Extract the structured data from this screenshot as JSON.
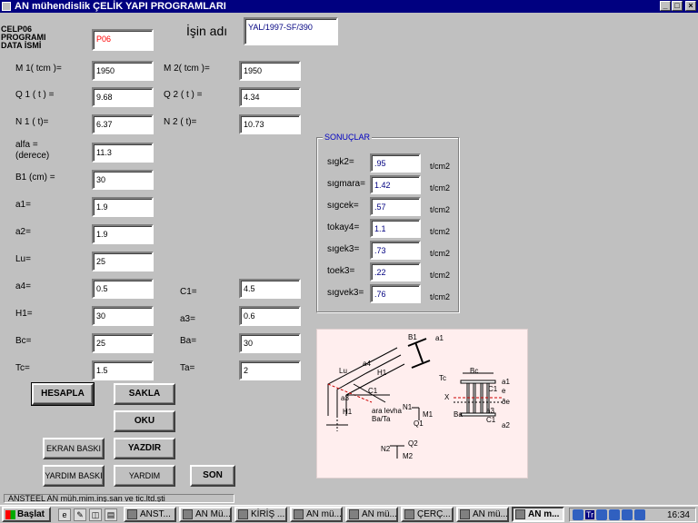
{
  "window": {
    "title": "AN mühendislik  ÇELİK YAPI PROGRAMLARI",
    "min": "_",
    "max": "□",
    "close": "×"
  },
  "header": {
    "program_label": [
      "CELP06",
      "PROGRAMI",
      "DATA  İSMİ"
    ],
    "data_name": "P06",
    "job_label": "İşin adı",
    "job_value": "YAL/1997-SF/390"
  },
  "inputs": {
    "M1": {
      "label": "M 1( tcm )=",
      "value": "1950"
    },
    "Q1": {
      "label": "Q 1 ( t ) =",
      "value": "9.68"
    },
    "N1": {
      "label": "N 1 ( t)=",
      "value": "6.37"
    },
    "alfa": {
      "label1": "alfa =",
      "label2": "(derece)",
      "value": "11.3"
    },
    "B1": {
      "label": "B1 (cm) =",
      "value": "30"
    },
    "a1": {
      "label": "a1=",
      "value": "1.9"
    },
    "a2": {
      "label": "a2=",
      "value": "1.9"
    },
    "Lu": {
      "label": "Lu=",
      "value": "25"
    },
    "a4": {
      "label": "a4=",
      "value": "0.5"
    },
    "H1": {
      "label": "H1=",
      "value": "30"
    },
    "Bc": {
      "label": "Bc=",
      "value": "25"
    },
    "Tc": {
      "label": "Tc=",
      "value": "1.5"
    },
    "M2": {
      "label": "M 2( tcm )=",
      "value": "1950"
    },
    "Q2": {
      "label": "Q 2 ( t ) =",
      "value": "4.34"
    },
    "N2": {
      "label": "N 2 ( t)=",
      "value": "10.73"
    },
    "C1": {
      "label": "C1=",
      "value": "4.5"
    },
    "a3": {
      "label": "a3=",
      "value": "0.6"
    },
    "Ba": {
      "label": "Ba=",
      "value": "30"
    },
    "Ta": {
      "label": "Ta=",
      "value": "2"
    }
  },
  "results": {
    "title": "SONUÇLAR",
    "unit": "t/cm2",
    "items": [
      {
        "label": "sıgk2=",
        "value": ".95"
      },
      {
        "label": "sıgmara=",
        "value": "1.42"
      },
      {
        "label": "sıgcek=",
        "value": ".57"
      },
      {
        "label": "tokay4=",
        "value": "1.1"
      },
      {
        "label": "sıgek3=",
        "value": ".73"
      },
      {
        "label": "toek3=",
        "value": ".22"
      },
      {
        "label": "sıgvek3=",
        "value": ".76"
      }
    ]
  },
  "buttons": {
    "hesapla": "HESAPLA",
    "sakla": "SAKLA",
    "oku": "OKU",
    "ekran_baski": "EKRAN BASKI",
    "yazdir": "YAZDIR",
    "yardim_baski": "YARDIM BASKI",
    "yardim": "YARDIM",
    "son": "SON"
  },
  "diagram": {
    "labels": {
      "B1": "B1",
      "a1": "a1",
      "a4": "a4",
      "Lu": "Lu",
      "H1": "H1",
      "C1": "C1",
      "a3": "a3",
      "ara_levha": "ara levha",
      "ba_ta": "Ba/Ta",
      "N1": "N1",
      "M1": "M1",
      "Q1": "Q1",
      "N2": "N2",
      "Q2": "Q2",
      "M2": "M2",
      "H1b": "H1",
      "Bc": "Bc",
      "Tc": "Tc",
      "a1r": "a1",
      "e": "e",
      "C1r": "C1",
      "a3r": "a3",
      "xe": "X",
      "de": "ðe",
      "C1b": "C1",
      "a2": "a2",
      "Ba": "Ba"
    }
  },
  "status": {
    "text": "ANSTEEL   AN müh.mim.inş.san ve tic.ltd.şti"
  },
  "taskbar": {
    "start": "Başlat",
    "quicklaunch": [
      "e",
      "✎",
      "◫",
      "▤"
    ],
    "tasks": [
      "ANST...",
      "AN Mü...",
      "KİRİŞ ...",
      "AN mü...",
      "AN mü...",
      "ÇERÇ...",
      "AN mü...",
      "AN m..."
    ],
    "clock": "16:34",
    "tray_text": "Tr"
  }
}
